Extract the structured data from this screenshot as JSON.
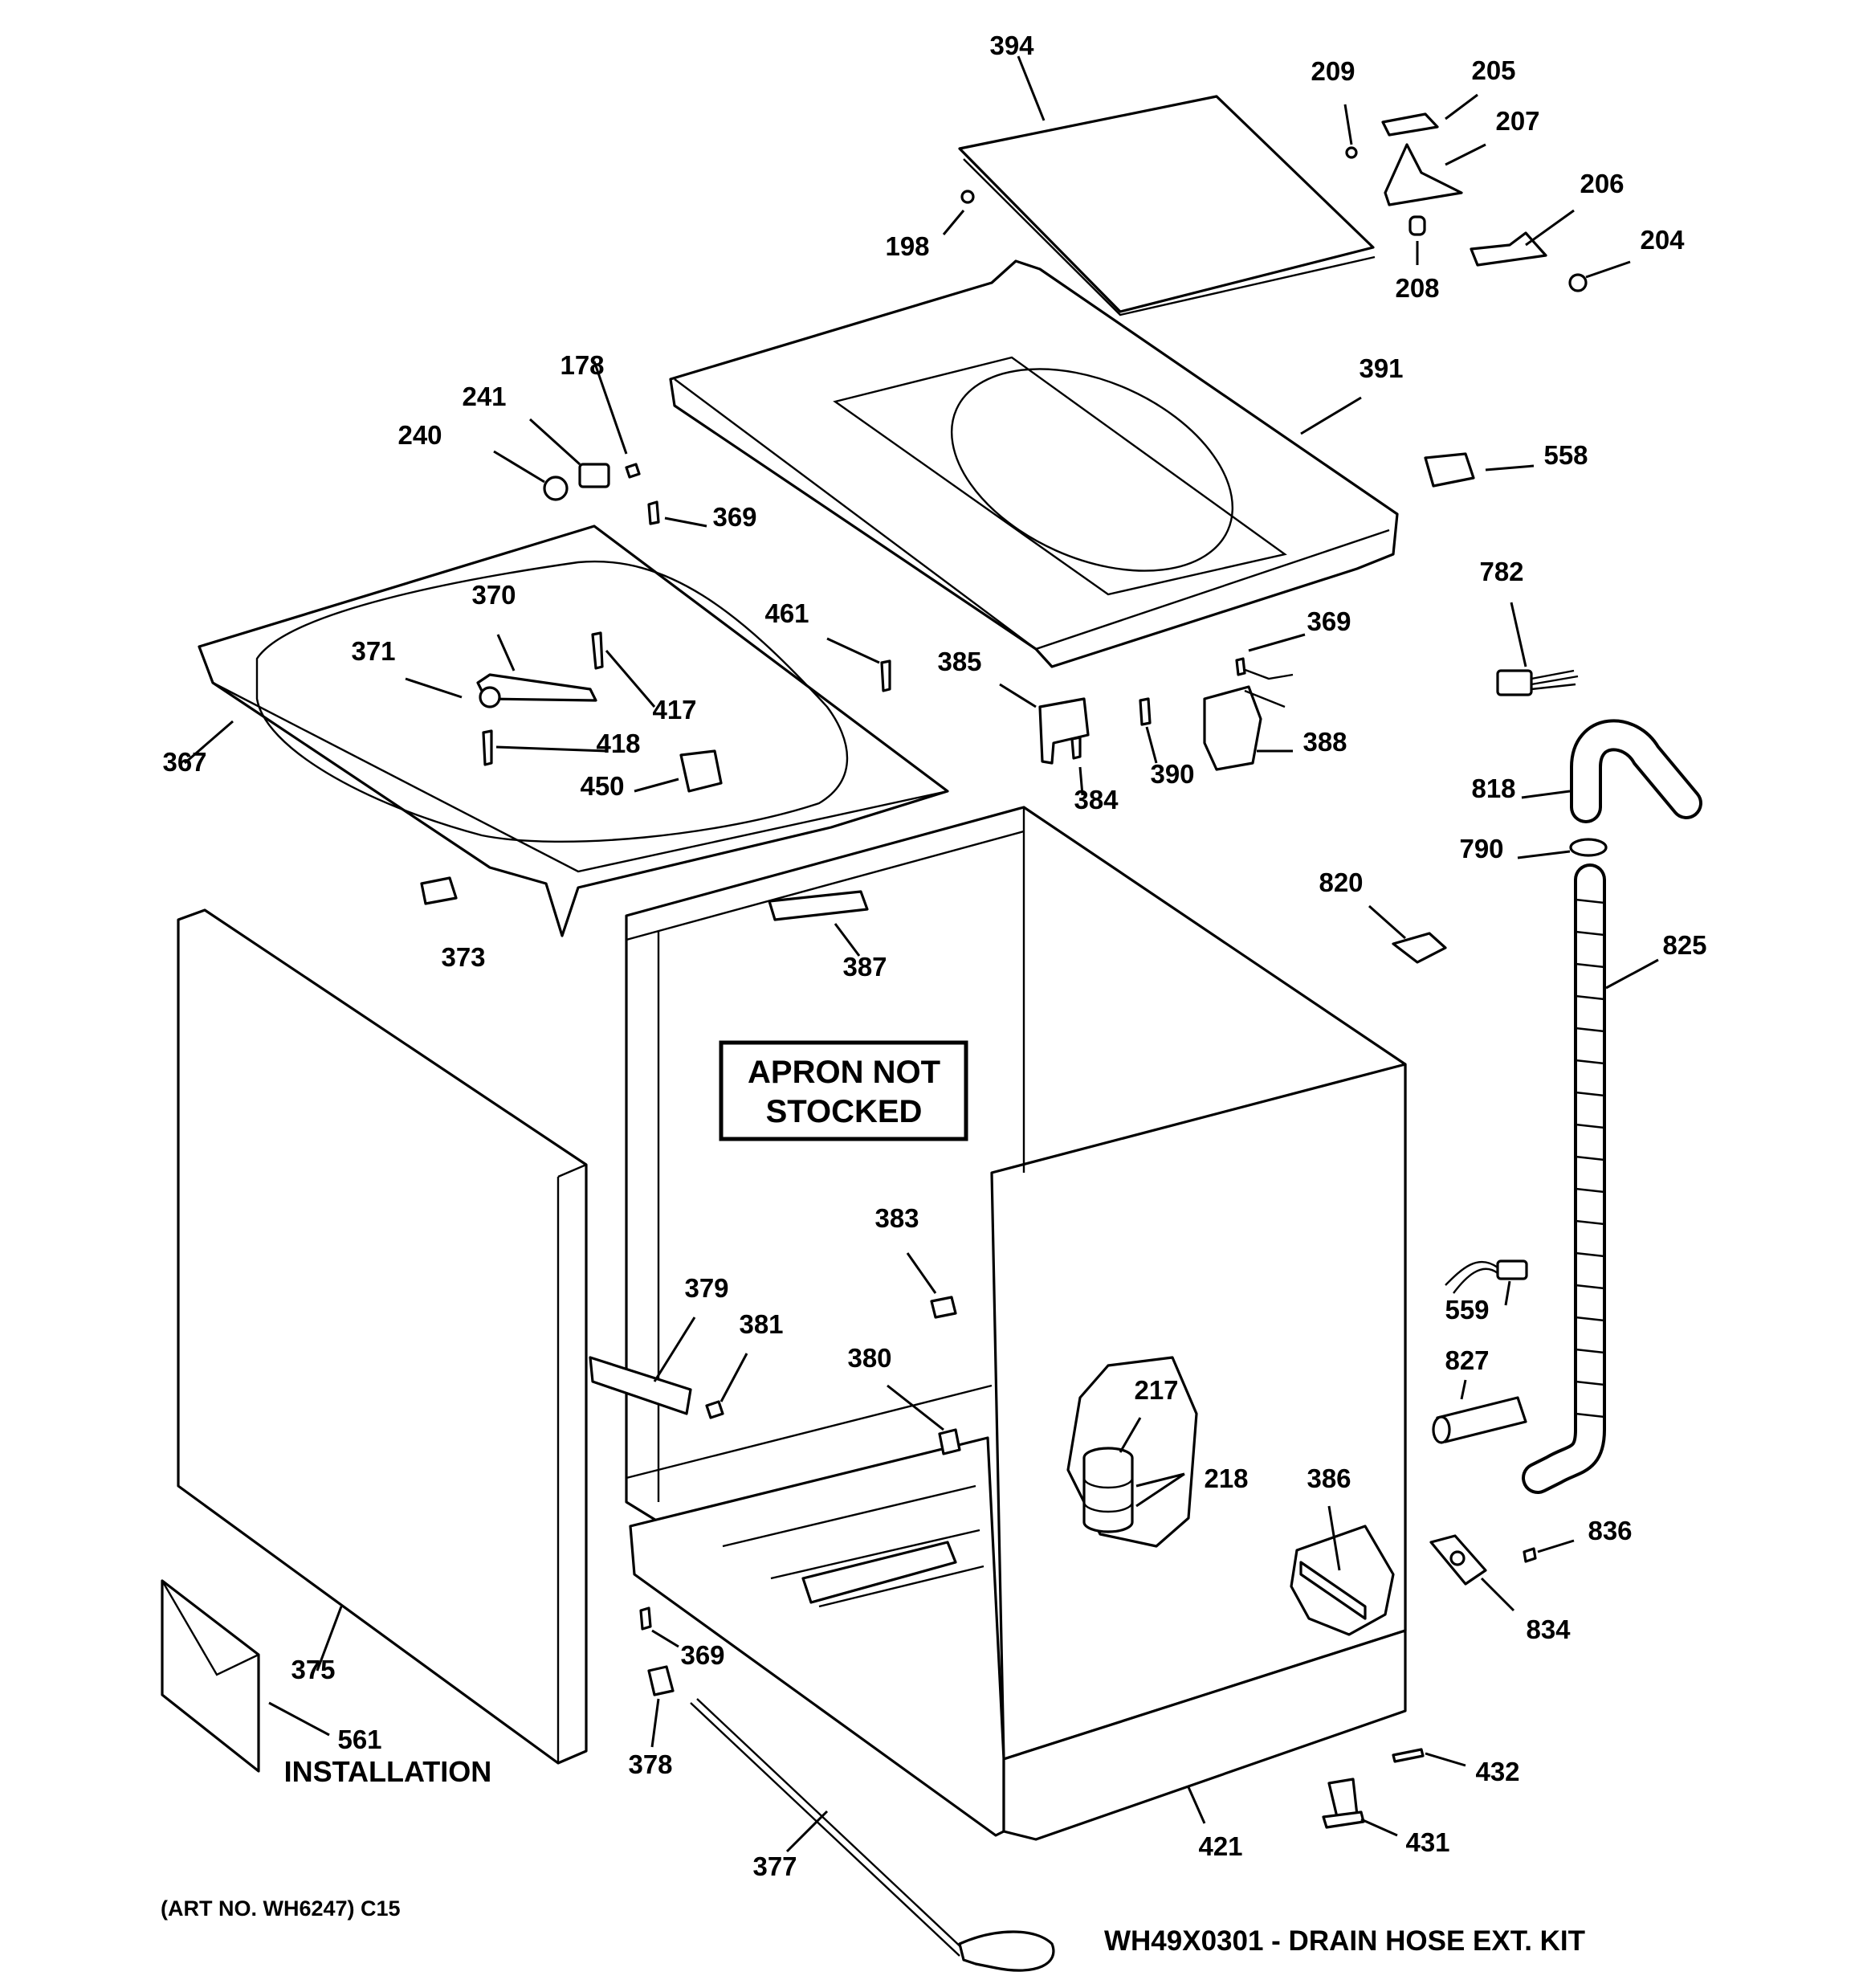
{
  "labels": [
    {
      "id": "394",
      "text": "394"
    },
    {
      "id": "209",
      "text": "209"
    },
    {
      "id": "205",
      "text": "205"
    },
    {
      "id": "207",
      "text": "207"
    },
    {
      "id": "206",
      "text": "206"
    },
    {
      "id": "204",
      "text": "204"
    },
    {
      "id": "198",
      "text": "198"
    },
    {
      "id": "208",
      "text": "208"
    },
    {
      "id": "391",
      "text": "391"
    },
    {
      "id": "178",
      "text": "178"
    },
    {
      "id": "241",
      "text": "241"
    },
    {
      "id": "240",
      "text": "240"
    },
    {
      "id": "369a",
      "text": "369"
    },
    {
      "id": "558",
      "text": "558"
    },
    {
      "id": "782",
      "text": "782"
    },
    {
      "id": "370",
      "text": "370"
    },
    {
      "id": "461",
      "text": "461"
    },
    {
      "id": "369b",
      "text": "369"
    },
    {
      "id": "371",
      "text": "371"
    },
    {
      "id": "417",
      "text": "417"
    },
    {
      "id": "385",
      "text": "385"
    },
    {
      "id": "418",
      "text": "418"
    },
    {
      "id": "367",
      "text": "367"
    },
    {
      "id": "450",
      "text": "450"
    },
    {
      "id": "388",
      "text": "388"
    },
    {
      "id": "390",
      "text": "390"
    },
    {
      "id": "384",
      "text": "384"
    },
    {
      "id": "818",
      "text": "818"
    },
    {
      "id": "790",
      "text": "790"
    },
    {
      "id": "820",
      "text": "820"
    },
    {
      "id": "373",
      "text": "373"
    },
    {
      "id": "387",
      "text": "387"
    },
    {
      "id": "825",
      "text": "825"
    },
    {
      "id": "383",
      "text": "383"
    },
    {
      "id": "379",
      "text": "379"
    },
    {
      "id": "381",
      "text": "381"
    },
    {
      "id": "559",
      "text": "559"
    },
    {
      "id": "380",
      "text": "380"
    },
    {
      "id": "827",
      "text": "827"
    },
    {
      "id": "217",
      "text": "217"
    },
    {
      "id": "218",
      "text": "218"
    },
    {
      "id": "386",
      "text": "386"
    },
    {
      "id": "836",
      "text": "836"
    },
    {
      "id": "834",
      "text": "834"
    },
    {
      "id": "375",
      "text": "375"
    },
    {
      "id": "369c",
      "text": "369"
    },
    {
      "id": "561",
      "text": "561"
    },
    {
      "id": "378",
      "text": "378"
    },
    {
      "id": "432",
      "text": "432"
    },
    {
      "id": "431",
      "text": "431"
    },
    {
      "id": "421",
      "text": "421"
    },
    {
      "id": "377",
      "text": "377"
    }
  ],
  "notes": {
    "apron_line1": "APRON NOT",
    "apron_line2": "STOCKED",
    "installation": "INSTALLATION",
    "art_no": "(ART NO. WH6247) C15",
    "kit": "WH49X0301 - DRAIN HOSE EXT. KIT"
  }
}
